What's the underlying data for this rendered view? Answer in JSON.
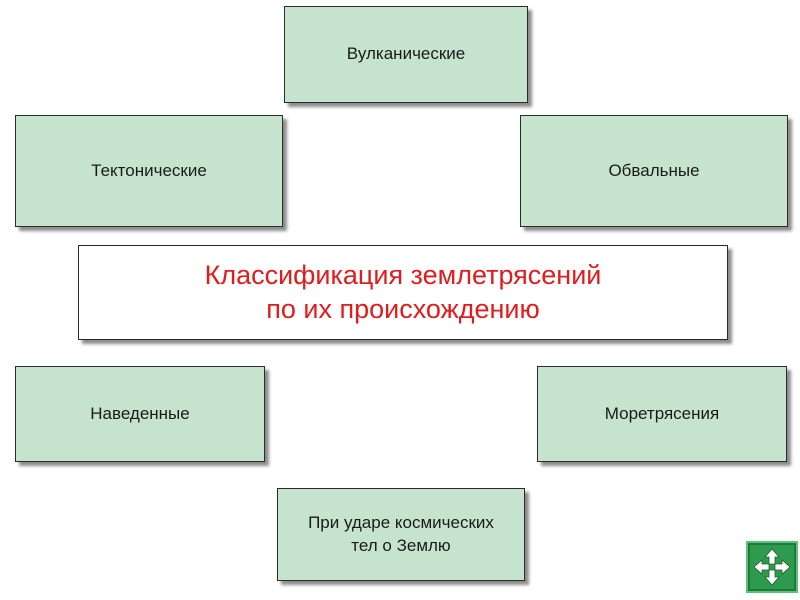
{
  "diagram": {
    "center": {
      "title": "Классификация землетрясений\nпо их происхождению",
      "color": "#e01c1c"
    },
    "categories": {
      "volcanic": "Вулканические",
      "tectonic": "Тектонические",
      "landslide": "Обвальные",
      "induced": "Наведенные",
      "seaquake": "Моретрясения",
      "cosmic": "При ударе космических\nтел о Землю"
    },
    "box_fill": "#c6e4cd"
  },
  "controls": {
    "nav_icon": "move-arrows-icon",
    "nav_color": "#2e9a4e"
  }
}
